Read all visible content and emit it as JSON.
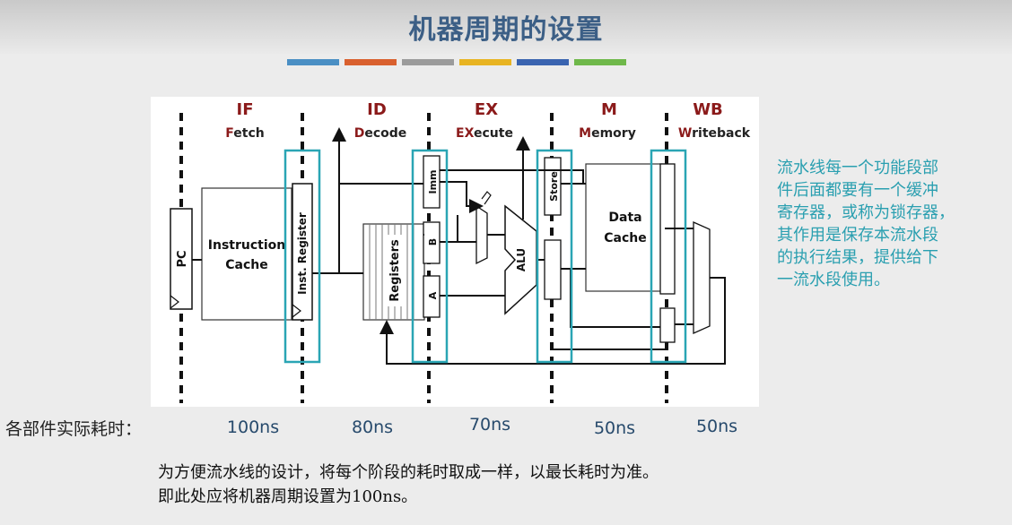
{
  "title": "机器周期的设置",
  "color_bar": [
    "#4a8fc4",
    "#d9602e",
    "#9b9b9b",
    "#e8b422",
    "#3a64b0",
    "#6fb84a"
  ],
  "stages": [
    {
      "abbr": "IF",
      "name_first": "F",
      "name_rest": "etch",
      "time": "100ns"
    },
    {
      "abbr": "ID",
      "name_first": "D",
      "name_rest": "ecode",
      "time": "80ns"
    },
    {
      "abbr": "EX",
      "name_first": "EX",
      "name_rest": "ecute",
      "time": "70ns"
    },
    {
      "abbr": "M",
      "name_first": "M",
      "name_rest": "emory",
      "time": "50ns"
    },
    {
      "abbr": "WB",
      "name_first": "W",
      "name_rest": "riteback",
      "time": "50ns"
    }
  ],
  "blocks": {
    "pc": "PC",
    "inst_cache_1": "Instruction",
    "inst_cache_2": "Cache",
    "inst_register": "Inst. Register",
    "registers": "Registers",
    "imm": "Imm",
    "b": "B",
    "a": "A",
    "alu": "ALU",
    "store": "Store",
    "data_cache_1": "Data",
    "data_cache_2": "Cache"
  },
  "side_note": [
    "流水线每一个功能段部",
    "件后面都要有一个缓冲",
    "寄存器，或称为锁存器，",
    "其作用是保存本流水段",
    "的执行结果，提供给下",
    "一流水段使用。"
  ],
  "time_label": "各部件实际耗时：",
  "bottom_text": [
    "为方便流水线的设计，将每个阶段的耗时取成一样，以最长耗时为准。",
    "即此处应将机器周期设置为100ns。"
  ]
}
